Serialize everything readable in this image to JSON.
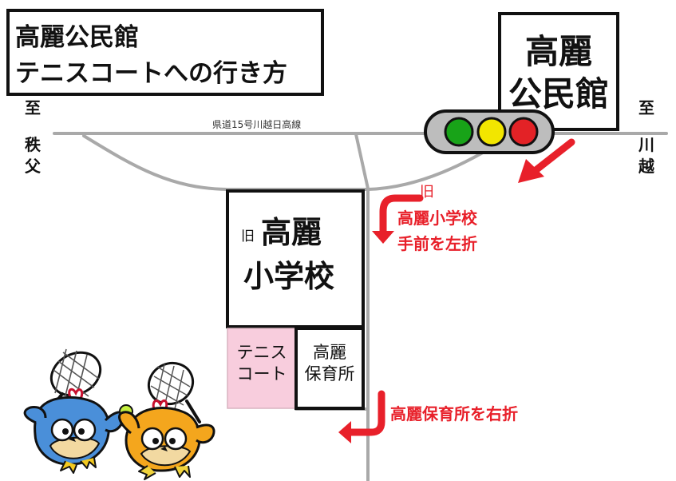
{
  "title": {
    "line1": "高麗公民館",
    "line2": "テニスコートへの行き方"
  },
  "destinations": {
    "west_to": "至",
    "west_place_1": "秩",
    "west_place_2": "父",
    "east_to": "至",
    "east_place_1": "川",
    "east_place_2": "越"
  },
  "road": {
    "main_label": "県道15号川越日高線"
  },
  "buildings": {
    "community_center": {
      "line1": "高麗",
      "line2": "公民館"
    },
    "school": {
      "prefix": "旧",
      "line1": "高麗",
      "line2": "小学校"
    },
    "tennis_court": {
      "line1": "テニス",
      "line2": "コート"
    },
    "nursery": {
      "line1": "高麗",
      "line2": "保育所"
    }
  },
  "directions": {
    "turn_left_prefix": "旧",
    "turn_left_line1": "高麗小学校",
    "turn_left_line2": "手前を左折",
    "turn_right": "高麗保育所を右折"
  },
  "colors": {
    "road": "#a9a9a9",
    "arrow": "#e8202a",
    "tennis_court": "#f8cddd",
    "signal_green": "#18a318",
    "signal_yellow": "#f2e600",
    "signal_red": "#e32226",
    "mascot_blue": "#4a8fd9",
    "mascot_orange": "#f4a61d"
  }
}
